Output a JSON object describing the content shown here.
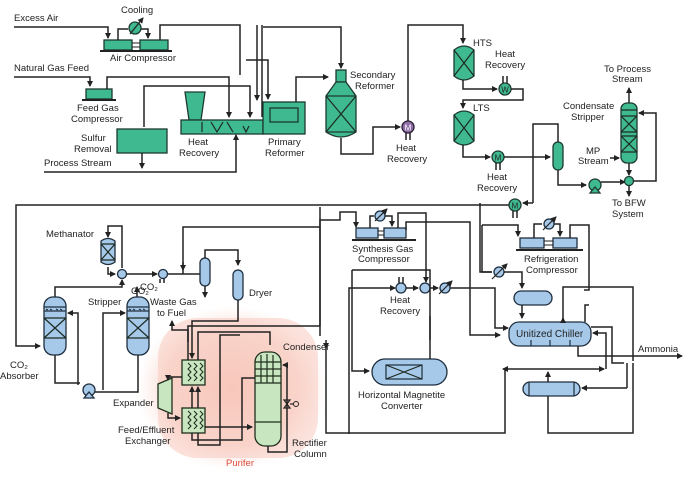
{
  "diagram": {
    "title": "Ammonia plant process flow with purifier",
    "colors": {
      "front_end_equipment": "#3fb98f",
      "synthesis_equipment": "#a6c9ea",
      "purifier_equipment": "#c8e6c0",
      "purifier_highlight": "#f7c9bd",
      "heat_recovery_accent": "#8f6fa8",
      "purifier_label": "#e04a3a",
      "lines": "#222222"
    },
    "streams": {
      "excess_air": "Excess Air",
      "natural_gas_feed": "Natural Gas Feed",
      "process_stream": "Process Stream",
      "to_process_stream_1": "To Process",
      "to_process_stream_2": "Stream",
      "mp_stream_1": "MP",
      "mp_stream_2": "Stream",
      "to_bfw_1": "To BFW",
      "to_bfw_2": "System",
      "ammonia": "Ammonia",
      "co2_top": "CO₂",
      "waste_gas_1": "Waste Gas",
      "waste_gas_2": "to Fuel"
    },
    "equipment": {
      "cooling": "Cooling",
      "air_compressor": "Air Compressor",
      "feed_gas_compressor_1": "Feed Gas",
      "feed_gas_compressor_2": "Compressor",
      "sulfur_removal_1": "Sulfur",
      "sulfur_removal_2": "Removal",
      "heat_recovery_1_1": "Heat",
      "heat_recovery_1_2": "Recovery",
      "primary_reformer_1": "Primary",
      "primary_reformer_2": "Reformer",
      "secondary_reformer_1": "Secondary",
      "secondary_reformer_2": "Reformer",
      "heat_recovery_2_1": "Heat",
      "heat_recovery_2_2": "Recovery",
      "hts": "HTS",
      "heat_recovery_3_1": "Heat",
      "heat_recovery_3_2": "Recovery",
      "lts": "LTS",
      "heat_recovery_4_1": "Heat",
      "heat_recovery_4_2": "Recovery",
      "condensate_stripper_1": "Condensate",
      "condensate_stripper_2": "Stripper",
      "methanator": "Methanator",
      "co2_stripper_1": "CO₂",
      "co2_stripper_2": "Stripper",
      "co2_absorber_1": "CO₂",
      "co2_absorber_2": "Absorber",
      "dryer": "Dryer",
      "synthesis_gas_compressor_1": "Synthesis Gas",
      "synthesis_gas_compressor_2": "Compressor",
      "heat_recovery_5_1": "Heat",
      "heat_recovery_5_2": "Recovery",
      "refrigeration_compressor_1": "Refrigeration",
      "refrigeration_compressor_2": "Compressor",
      "unitized_chiller": "Unitized Chiller",
      "condenser": "Condenser",
      "expander": "Expander",
      "feed_effluent_exchanger_1": "Feed/Effluent",
      "feed_effluent_exchanger_2": "Exchanger",
      "rectifier_column_1": "Rectifier",
      "rectifier_column_2": "Column",
      "purifier": "Purifer",
      "horizontal_magnetite_converter_1": "Horizontal Magnetite",
      "horizontal_magnetite_converter_2": "Converter"
    },
    "exchanger_glyphs": {
      "motor": "M",
      "water": "W"
    }
  }
}
